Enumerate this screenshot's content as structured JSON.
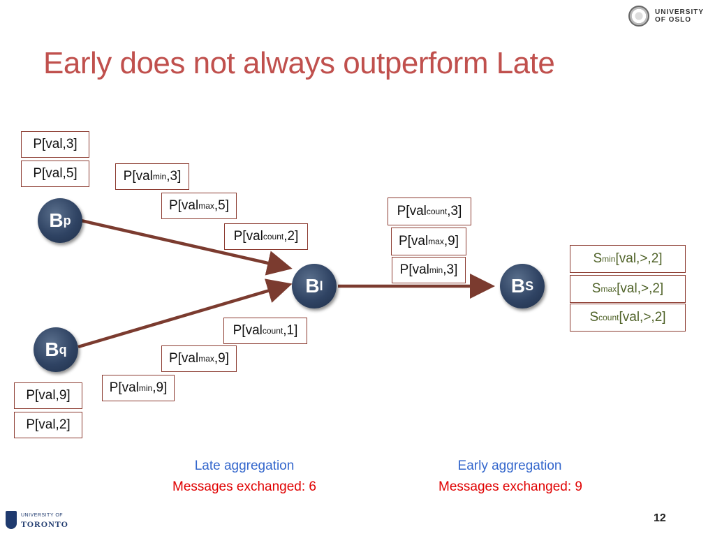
{
  "slide": {
    "title": "Early does not always outperform Late",
    "page_number": "12",
    "logos": {
      "top_right_line1": "UNIVERSITY",
      "top_right_line2": "OF OSLO",
      "bottom_left_line1": "UNIVERSITY OF",
      "bottom_left_line2": "TORONTO"
    }
  },
  "nodes": {
    "bp": {
      "base": "B",
      "sub": "p"
    },
    "bq": {
      "base": "B",
      "sub": "q"
    },
    "bl": {
      "base": "B",
      "sub": "l"
    },
    "bs": {
      "base": "B",
      "sub": "S"
    }
  },
  "boxes": {
    "p_val_3": "P[val,3]",
    "p_val_5": "P[val,5]",
    "p_val_9": "P[val,9]",
    "p_val_2": "P[val,2]",
    "left_top": {
      "min": {
        "pre": "P[val",
        "sub": "min",
        "post": ",3]"
      },
      "max": {
        "pre": "P[val",
        "sub": "max",
        "post": ",5]"
      },
      "count": {
        "pre": "P[val",
        "sub": "count",
        "post": ",2]"
      }
    },
    "left_bottom": {
      "count": {
        "pre": "P[val",
        "sub": "count",
        "post": ",1]"
      },
      "max": {
        "pre": "P[val",
        "sub": "max",
        "post": ",9]"
      },
      "min": {
        "pre": "P[val",
        "sub": "min",
        "post": ",9]"
      }
    },
    "middle": {
      "count": {
        "pre": "P[val",
        "sub": "count",
        "post": ",3]"
      },
      "max": {
        "pre": "P[val",
        "sub": "max",
        "post": ",9]"
      },
      "min": {
        "pre": "P[val",
        "sub": "min",
        "post": ",3]"
      }
    },
    "right": {
      "min": {
        "pre": "S",
        "sub": "min",
        "post": "[val,>,2]"
      },
      "max": {
        "pre": "S",
        "sub": "max",
        "post": "[val,>,2]"
      },
      "count": {
        "pre": "S",
        "sub": "count",
        "post": "[val,>,2]"
      }
    }
  },
  "captions": {
    "late_title": "Late aggregation",
    "late_messages": "Messages exchanged: 6",
    "early_title": "Early aggregation",
    "early_messages": "Messages exchanged: 9"
  },
  "colors": {
    "title": "#c0504d",
    "arrow": "#7b3b2f",
    "node": "#2f4363",
    "caption_blue": "#3366cc",
    "caption_red": "#e00000"
  }
}
